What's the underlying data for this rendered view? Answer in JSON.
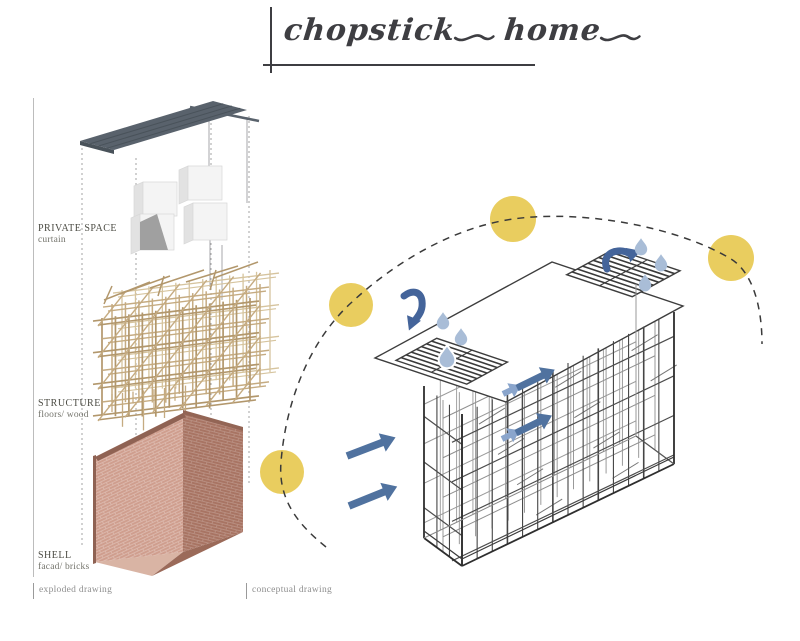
{
  "header": {
    "title": "chopstick home",
    "title_word1": "chopstick",
    "title_word2": "home"
  },
  "exploded_view": {
    "caption": "exploded drawing",
    "labels": [
      {
        "title": "PRIVATE SPACE",
        "subtitle": "curtain"
      },
      {
        "title": "STRUCTURE",
        "subtitle": "floors/ wood"
      },
      {
        "title": "SHELL",
        "subtitle": "facad/ bricks"
      }
    ]
  },
  "conceptual_view": {
    "caption": "conceptual drawing",
    "icons": {
      "sun": {
        "count": 4,
        "color": "#e9cd5f"
      },
      "droplet": {
        "count": 6,
        "color": "#a9bdd7"
      },
      "wind_arrow": {
        "count": 4,
        "color": "#50729f"
      },
      "rain_in_arrow": {
        "count": 1,
        "color": "#44649a"
      },
      "air_out_arrow": {
        "count": 1,
        "color": "#44649a"
      }
    }
  },
  "colors": {
    "ink": "#3e3e42",
    "label_text": "#4c4c44",
    "caption_text": "#8e8e8e",
    "roof_slab": "#59626c",
    "roof_slab_dark": "#49525a",
    "wood": "#c5ab81",
    "wood_dark": "#b2976c",
    "wood_light": "#d6c49e",
    "brick": "#a87463",
    "brick_light": "#cf9e8e",
    "brick_dark": "#8f6253",
    "brick_floor": "#d9b4a4",
    "cube_face": "#f4f4f4",
    "cube_side": "#e2e2e2",
    "curtain_fold": "#a0a0a0",
    "frame_line": "#3d3d3d",
    "sun_yellow": "#e9cd5f",
    "arrow_blue": "#50729f",
    "arrow_blue_dark": "#44649a",
    "arrow_blue_light": "#8aa5cc",
    "droplet_blue": "#a9bdd7"
  }
}
